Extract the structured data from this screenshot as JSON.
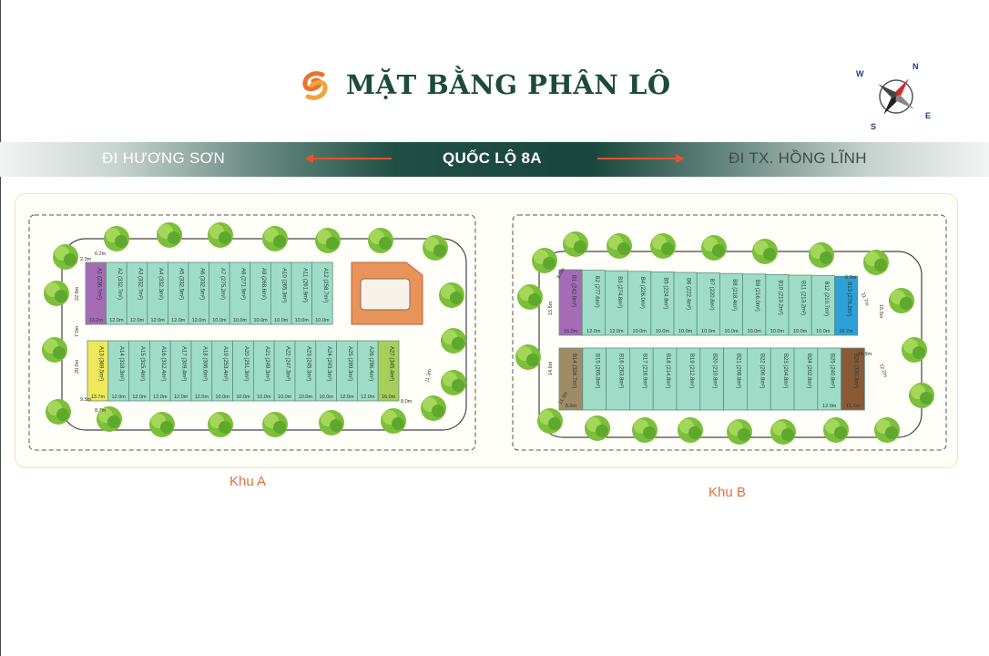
{
  "title": "MẶT BẰNG PHÂN LÔ",
  "road": {
    "left_label": "ĐI HƯƠNG SƠN",
    "center_label": "QUỐC LỘ 8A",
    "right_label": "ĐI TX. HỒNG LĨNH"
  },
  "compass": {
    "n": "N",
    "e": "E",
    "s": "S",
    "w": "W"
  },
  "colors": {
    "title": "#1e4a3a",
    "lot": "#9fdcc7",
    "park": "#e8935a",
    "purple": "#a56bb6",
    "yellow": "#eee85a",
    "lime": "#a7cf5a",
    "blue": "#2f9fd8",
    "taupe": "#a08b67",
    "brown": "#8a5a36",
    "zone_label": "#e0703c"
  },
  "zone_a": {
    "label": "Khu A",
    "top_row": [
      {
        "id": "A1",
        "area": "A1 (236.7m²)",
        "color": "purple"
      },
      {
        "id": "A2",
        "area": "A2 (332.7m²)",
        "color": "lot"
      },
      {
        "id": "A3",
        "area": "A3 (332.7m²)",
        "color": "lot"
      },
      {
        "id": "A4",
        "area": "A4 (332.3m²)",
        "color": "lot"
      },
      {
        "id": "A5",
        "area": "A5 (332.5m²)",
        "color": "lot"
      },
      {
        "id": "A6",
        "area": "A6 (332.5m²)",
        "color": "lot"
      },
      {
        "id": "A7",
        "area": "A7 (275.2m²)",
        "color": "lot"
      },
      {
        "id": "A8",
        "area": "A8 (271.9m²)",
        "color": "lot"
      },
      {
        "id": "A9",
        "area": "A9 (268.6m²)",
        "color": "lot"
      },
      {
        "id": "A10",
        "area": "A10 (265.3m²)",
        "color": "lot"
      },
      {
        "id": "A11",
        "area": "A11 (261.9m²)",
        "color": "lot"
      },
      {
        "id": "A12",
        "area": "A12 (258.7m²)",
        "color": "lot"
      }
    ],
    "top_widths": [
      "13.2m",
      "12.0m",
      "12.0m",
      "12.0m",
      "12.0m",
      "12.0m",
      "10.0m",
      "10.0m",
      "10.0m",
      "10.0m",
      "10.0m",
      "10.0m"
    ],
    "bottom_row": [
      {
        "id": "A13",
        "area": "A13 (369.5m²)",
        "color": "yellow"
      },
      {
        "id": "A14",
        "area": "A14 (318.3m²)",
        "color": "lot"
      },
      {
        "id": "A15",
        "area": "A15 (315.4m²)",
        "color": "lot"
      },
      {
        "id": "A16",
        "area": "A16 (312.4m²)",
        "color": "lot"
      },
      {
        "id": "A17",
        "area": "A17 (309.4m²)",
        "color": "lot"
      },
      {
        "id": "A18",
        "area": "A18 (306.6m²)",
        "color": "lot"
      },
      {
        "id": "A19",
        "area": "A19 (253.4m²)",
        "color": "lot"
      },
      {
        "id": "A20",
        "area": "A20 (251.3m²)",
        "color": "lot"
      },
      {
        "id": "A21",
        "area": "A21 (249.3m²)",
        "color": "lot"
      },
      {
        "id": "A22",
        "area": "A22 (247.3m²)",
        "color": "lot"
      },
      {
        "id": "A23",
        "area": "A23 (245.3m²)",
        "color": "lot"
      },
      {
        "id": "A24",
        "area": "A24 (243.3m²)",
        "color": "lot"
      },
      {
        "id": "A25",
        "area": "A25 (289.3m²)",
        "color": "lot"
      },
      {
        "id": "A26",
        "area": "A26 (286.4m²)",
        "color": "lot"
      },
      {
        "id": "A27",
        "area": "A27 (345.4m²)",
        "color": "lime"
      }
    ],
    "bottom_widths": [
      "13.7m",
      "12.0m",
      "12.0m",
      "12.0m",
      "12.0m",
      "12.0m",
      "10.0m",
      "10.0m",
      "10.0m",
      "10.0m",
      "10.0m",
      "10.0m",
      "12.0m",
      "12.0m",
      "16.0m"
    ],
    "dims": {
      "d1": "2.3m",
      "d2": "6.2m",
      "d3": "22.8m",
      "d4": "7.0m",
      "d5": "20.0m",
      "d6": "9.5m",
      "d7": "8.7m",
      "d8": "8.0m",
      "d9": "11.3m"
    }
  },
  "zone_b": {
    "label": "Khu B",
    "top_row": [
      {
        "id": "B1",
        "area": "B1 (242.8m²)",
        "color": "purple"
      },
      {
        "id": "B2",
        "area": "B2 (277.6m²)",
        "color": "lot"
      },
      {
        "id": "B3",
        "area": "B3 (274.8m²)",
        "color": "lot"
      },
      {
        "id": "B4",
        "area": "B4 (226.0m²)",
        "color": "lot"
      },
      {
        "id": "B5",
        "area": "B5 (224.8m²)",
        "color": "lot"
      },
      {
        "id": "B6",
        "area": "B6 (222.4m²)",
        "color": "lot"
      },
      {
        "id": "B7",
        "area": "B7 (220.8m²)",
        "color": "lot"
      },
      {
        "id": "B8",
        "area": "B8 (218.4m²)",
        "color": "lot"
      },
      {
        "id": "B9",
        "area": "B9 (216.0m²)",
        "color": "lot"
      },
      {
        "id": "B10",
        "area": "B10 (213.2m²)",
        "color": "lot"
      },
      {
        "id": "B11",
        "area": "B11 (213.2m²)",
        "color": "lot"
      },
      {
        "id": "B12",
        "area": "B12 (210.7m²)",
        "color": "lot"
      },
      {
        "id": "B13",
        "area": "B13 (276.2m²)",
        "color": "blue"
      }
    ],
    "top_widths": [
      "16.0m",
      "12.0m",
      "12.0m",
      "10.0m",
      "10.0m",
      "10.0m",
      "10.0m",
      "10.0m",
      "10.0m",
      "10.0m",
      "10.0m",
      "10.0m",
      "16.7m"
    ],
    "bottom_row": [
      {
        "id": "B14",
        "area": "B14 (326.7m²)",
        "color": "taupe"
      },
      {
        "id": "B15",
        "area": "B15 (265.8m²)",
        "color": "lot"
      },
      {
        "id": "B16",
        "area": "B16 (263.8m²)",
        "color": "lot"
      },
      {
        "id": "B17",
        "area": "B17 (216.9m²)",
        "color": "lot"
      },
      {
        "id": "B18",
        "area": "B18 (214.8m²)",
        "color": "lot"
      },
      {
        "id": "B19",
        "area": "B19 (212.8m²)",
        "color": "lot"
      },
      {
        "id": "B20",
        "area": "B20 (210.8m²)",
        "color": "lot"
      },
      {
        "id": "B21",
        "area": "B21 (208.8m²)",
        "color": "lot"
      },
      {
        "id": "B22",
        "area": "B22 (206.8m²)",
        "color": "lot"
      },
      {
        "id": "B23",
        "area": "B23 (204.8m²)",
        "color": "lot"
      },
      {
        "id": "B24",
        "area": "B24 (202.8m²)",
        "color": "lot"
      },
      {
        "id": "B25",
        "area": "B25 (240.8m²)",
        "color": "lot"
      },
      {
        "id": "B26",
        "area": "B26 (330.3m²)",
        "color": "brown"
      }
    ],
    "bottom_widths": [
      "8.0m",
      "",
      "",
      "",
      "",
      "",
      "",
      "",
      "",
      "",
      "",
      "12.0m",
      "11.7m"
    ],
    "dims": {
      "d1": "8.0m",
      "d2": "6.2m",
      "d3": "11.7m",
      "d4": "15.6m",
      "d5": "16.5m",
      "d6": "14.6m",
      "d7": "11.3m",
      "d8": "16.9m",
      "d9": "12.2m"
    }
  }
}
